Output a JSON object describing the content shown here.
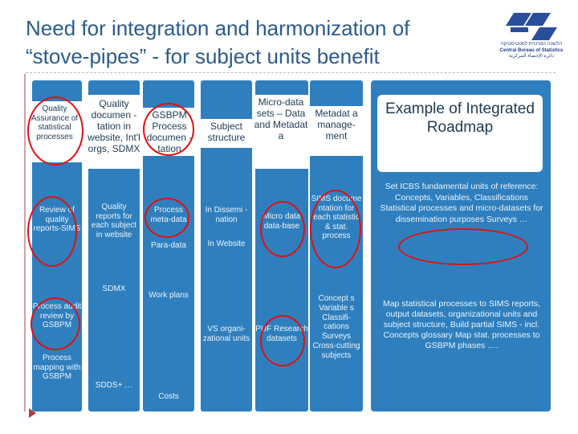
{
  "title": "Need for integration and harmonization of “stove-pipes” - for subject units benefit",
  "logo": {
    "icon": "cbs-logo-icon",
    "line1": "הלשכה המרכזית לסטטיסטיקה",
    "line2": "Central Bureau of Statistics",
    "line3": "دائرة الإحصاء المركزية",
    "color": "#1f3f7f"
  },
  "headers": {
    "c1": "Quality Assurance of statistical processes",
    "c2": "Quality documen -tation in website, Int'l orgs, SDMX",
    "c3": "GSBPM Process documen -tation",
    "c4": "Subject structure",
    "c5": "Micro-data sets – Data and Metadat a",
    "c6": "Metadat a manage-ment",
    "c7": "Example of Integrated Roadmap"
  },
  "row2": {
    "c1": "Review of quality reports-SIMS",
    "c2": "Quality reports for each subject in website",
    "c3a": "Process meta-data",
    "c3b": "Para-data",
    "c4a": "In Dissemi -nation",
    "c4b": "In Website",
    "c5": "Micro data data-base",
    "c6": "SIMS docume ntation for each statistic & stat. process",
    "c7": "Set ICBS fundamental units of reference: Concepts, Variables, Classifications Statistical processes and micro-datasets for dissemination purposes Surveys …"
  },
  "row3": {
    "c1a": "Process audit review by GSBPM",
    "c1b": "Process mapping with GSBPM",
    "c2a": "SDMX",
    "c2b": "SDDS+ …",
    "c3a": "Work plans",
    "c3b": "Costs",
    "c4": "VS organi-zational units",
    "c5": "PUF Research datasets",
    "c6": "Concept s Variable s Classifi-cations Surveys Cross-cutting subjects",
    "c7": "Map statistical processes to SIMS reports, output datasets, organizational units and subject structure, Build partial SIMS - incl. Concepts glossary Map stat. processes to GSBPM phases …."
  },
  "colors": {
    "accent": "#2f7fbe",
    "title": "#2a5b8c",
    "highlight": "#e01010"
  }
}
